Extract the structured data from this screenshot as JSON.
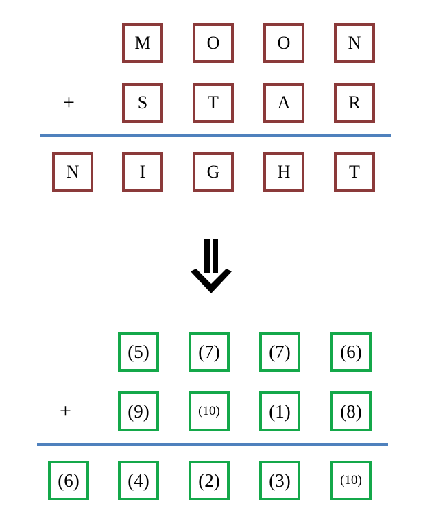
{
  "letters": {
    "row1": [
      "M",
      "O",
      "O",
      "N"
    ],
    "row2": [
      "S",
      "T",
      "A",
      "R"
    ],
    "result": [
      "N",
      "I",
      "G",
      "H",
      "T"
    ],
    "operator": "+"
  },
  "digits": {
    "row1": [
      "(5)",
      "(7)",
      "(7)",
      "(6)"
    ],
    "row2": [
      "(9)",
      "(10)",
      "(1)",
      "(8)"
    ],
    "result": [
      "(6)",
      "(4)",
      "(2)",
      "(3)",
      "(10)"
    ],
    "operator": "+"
  },
  "colors": {
    "letter_box_border": "#8b3a3a",
    "digit_box_border": "#14a84a",
    "rule": "#4f81bd",
    "arrow": "#000000"
  },
  "icons": {
    "arrow": "double-down-arrow-icon"
  }
}
